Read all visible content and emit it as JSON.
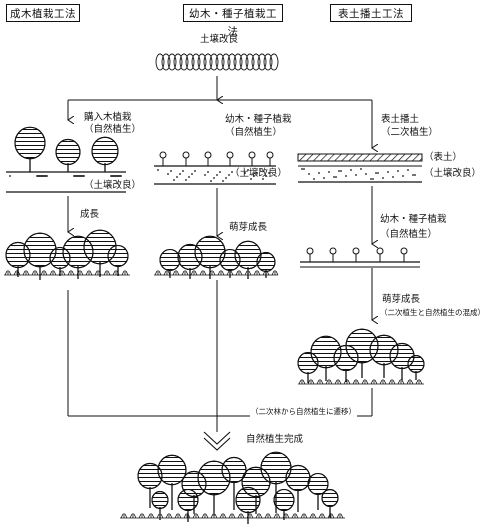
{
  "headers": {
    "col1": "成木植栽工法",
    "col2": "幼木・種子植栽工法",
    "col3": "表土播土工法"
  },
  "top": {
    "soil_improvement": "土壌改良"
  },
  "col1": {
    "planting": "購入木植栽",
    "planting_sub": "（自然植生）",
    "soil": "（土壌改良）",
    "growth": "成長"
  },
  "col2": {
    "planting": "幼木・種子植栽",
    "planting_sub": "（自然植生）",
    "soil": "（土壌改良）",
    "growth": "萌芽成長"
  },
  "col3": {
    "topsoil_sowing": "表土播土",
    "secondary": "（二次植生）",
    "topsoil": "（表土）",
    "soil": "（土壌改良）",
    "planting": "幼木・種子植栽",
    "planting_sub": "（自然植生）",
    "growth": "萌芽成長",
    "growth_sub": "（二次植生と自然植生の混成）"
  },
  "transition": "（二次林から自然植生に遷移）",
  "final": "自然植生完成"
}
